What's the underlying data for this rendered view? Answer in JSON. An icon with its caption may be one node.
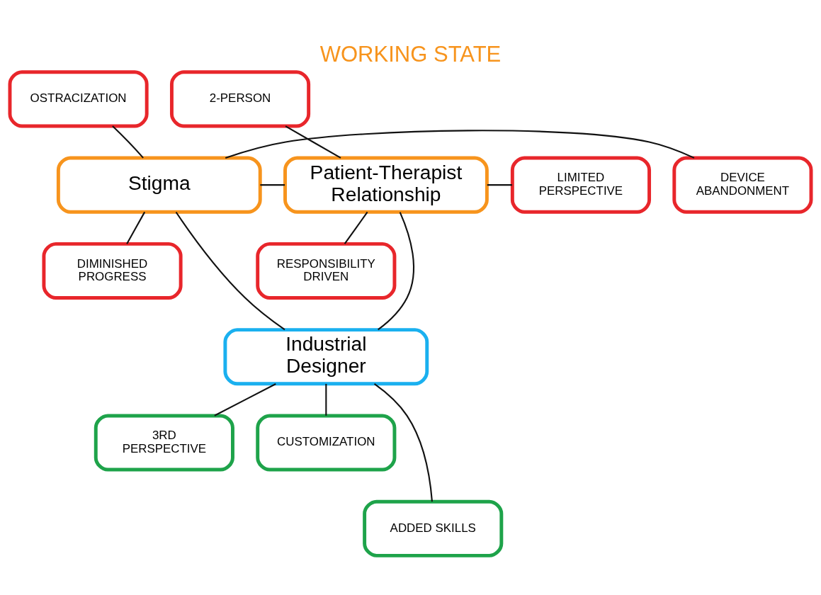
{
  "diagram": {
    "title": "WORKING STATE",
    "nodes": [
      {
        "text": [
          "OSTRACIZATION"
        ]
      },
      {
        "text": [
          "2-PERSON"
        ]
      },
      {
        "text": [
          "DEVICE ABANDONMENT"
        ]
      },
      {
        "text": [
          "Stigma"
        ]
      },
      {
        "text": [
          "Patient-Therapist Relationship"
        ]
      },
      {
        "text": [
          "LIMITED PERSPECTIVE"
        ]
      },
      {
        "text": [
          "DIMINISHED PROGRESS"
        ]
      },
      {
        "text": [
          "RESPONSIBILITY DRIVEN"
        ]
      },
      {
        "text": [
          "Industrial Designer"
        ]
      },
      {
        "text": [
          "3RD PERSPECTIVE"
        ]
      },
      {
        "text": [
          "CUSTOMIZATION"
        ]
      },
      {
        "text": [
          "ADDED SKILLS"
        ]
      }
    ],
    "edges": [
      {
        "from": 3,
        "to": 0,
        "arrow": "none"
      },
      {
        "from": 3,
        "to": 2,
        "arrow": "none"
      },
      {
        "from": 3,
        "to": 6,
        "arrow": "none"
      },
      {
        "from": 3,
        "to": 4,
        "arrow": "none"
      },
      {
        "from": 4,
        "to": 1,
        "arrow": "none"
      },
      {
        "from": 4,
        "to": 5,
        "arrow": "none"
      },
      {
        "from": 4,
        "to": 7,
        "arrow": "none"
      },
      {
        "from": 3,
        "to": 8,
        "arrow": "none"
      },
      {
        "from": 4,
        "to": 8,
        "arrow": "none"
      },
      {
        "from": 8,
        "to": 9,
        "arrow": "none"
      },
      {
        "from": 8,
        "to": 11,
        "arrow": "none"
      },
      {
        "from": 8,
        "to": 10,
        "arrow": "none"
      }
    ]
  }
}
